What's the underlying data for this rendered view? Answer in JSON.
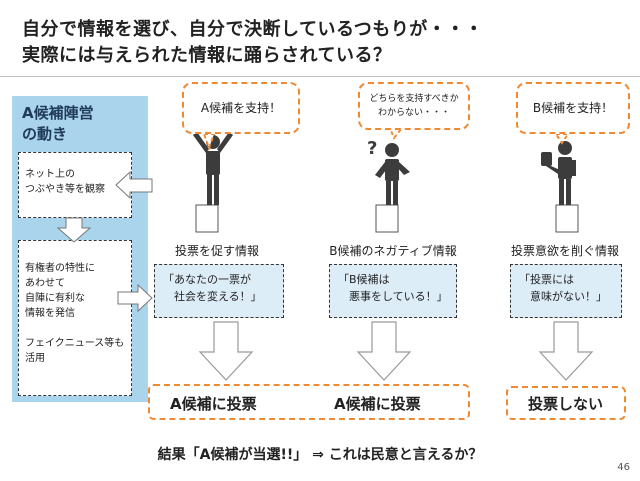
{
  "title": {
    "line1": "自分で情報を選び、自分で決断しているつもりが・・・",
    "line2": "実際には与えられた情報に踊らされている？"
  },
  "campaign": {
    "title": "A候補陣営\nの動き",
    "step1": "ネット上の\nつぶやき等を観察",
    "step2": "有権者の特性に\nあわせて\n自陣に有利な\n情報を発信\n\nフェイクニュース等も\n活用"
  },
  "voters": [
    {
      "bubble": "A候補を支持！",
      "info_label": "投票を促す情報",
      "quote": "「あなたの一票が\n　社会を変える！」"
    },
    {
      "bubble": "どちらを支持すべきか\nわからない・・・",
      "info_label": "B候補のネガティブ情報",
      "quote": "「B候補は\n　悪事をしている！」"
    },
    {
      "bubble": "B候補を支持！",
      "info_label": "投票意欲を削ぐ情報",
      "quote": "「投票には\n　意味がない！」"
    }
  ],
  "outcomes": {
    "left": "A候補に投票",
    "middle": "A候補に投票",
    "right": "投票しない"
  },
  "result": "結果「A候補が当選!!」 ⇒ これは民意と言えるか？",
  "page_number": "46",
  "colors": {
    "accent_orange": "#ef8a33",
    "panel_blue": "#a9d4ec",
    "quote_blue": "#dcedf8",
    "figure": "#3c3c3c"
  }
}
